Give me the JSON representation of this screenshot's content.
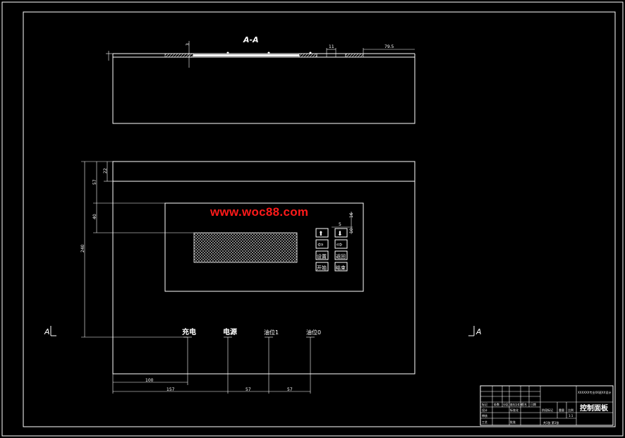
{
  "section_title": "A-A",
  "section_marks": {
    "left": "A",
    "right": "A"
  },
  "top_dims": {
    "thickness": "3",
    "slot": "11",
    "right": "79.5"
  },
  "front_dims": {
    "d22": "22",
    "d57": "57",
    "d40": "40",
    "d240": "240",
    "d16": "16",
    "d5": "5",
    "d10": "10"
  },
  "bottom_dims": {
    "d100": "100",
    "d157": "157",
    "d57a": "57",
    "d57b": "57"
  },
  "labels": {
    "charge": "充电",
    "power": "电源",
    "oil1": "油位1",
    "oil0": "油位0"
  },
  "buttons": [
    {
      "label": "⬆"
    },
    {
      "label": "⬇"
    },
    {
      "label": "⇦"
    },
    {
      "label": "⇨"
    },
    {
      "label": "设置"
    },
    {
      "label": "返回"
    },
    {
      "label": "开始"
    },
    {
      "label": "结束"
    }
  ],
  "watermark": "www.woc88.com",
  "title_block": {
    "part_name": "控制面板",
    "company": "XXXXXX专业XX班XX设计",
    "scale": "1:1",
    "sheet": "共1张 第1张",
    "cells": [
      "标记",
      "处数",
      "分区",
      "更改文件号",
      "签名",
      "日期",
      "设计",
      "标准化",
      "审核",
      "工艺",
      "批准",
      "阶段标记",
      "重量",
      "比例"
    ]
  },
  "colors": {
    "background": "#000000",
    "lines": "#ffffff",
    "watermark": "#ff1a1a"
  }
}
